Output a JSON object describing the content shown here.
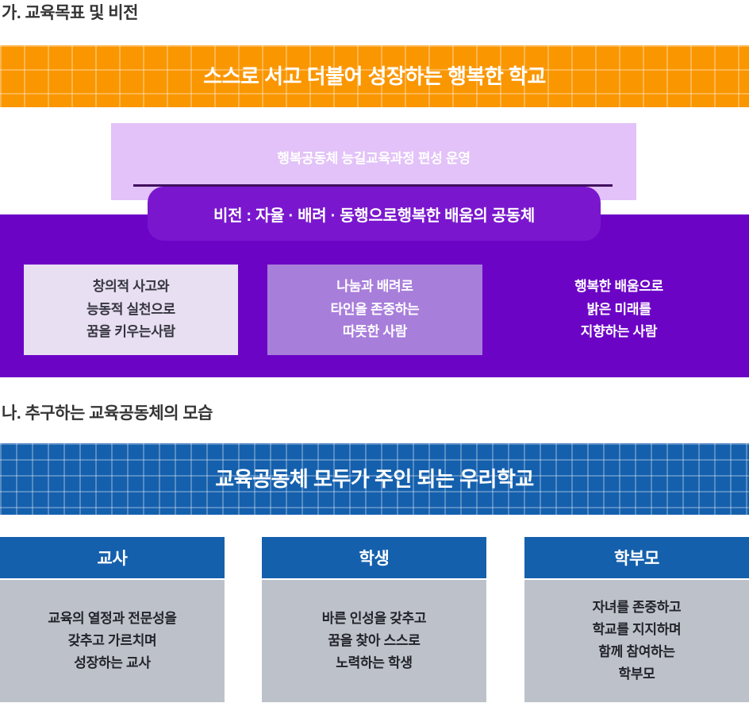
{
  "section_a": {
    "heading": "가. 교육목표 및 비전",
    "banner": "스스로 서고 더불어 성장하는 행복한 학교",
    "curriculum_box": "행복공동체 능길교육과정 편성 운영",
    "vision_box": "비전 : 자율 · 배려 · 동행으로행복한 배움의 공동체",
    "talents": [
      {
        "lines": [
          "창의적 사고와",
          "능동적 실천으로",
          "꿈을 키우는사람"
        ]
      },
      {
        "lines": [
          "나눔과 배려로",
          "타인을 존중하는",
          "따뜻한 사람"
        ]
      },
      {
        "lines": [
          "행복한 배움으로",
          "밝은 미래를",
          "지향하는 사람"
        ]
      }
    ]
  },
  "section_b": {
    "heading": "나. 추구하는 교육공동체의 모습",
    "banner": "교육공동체 모두가 주인 되는 우리학교",
    "groups": [
      {
        "title": "교사",
        "lines": [
          "교육의 열정과 전문성을",
          "갖추고 가르치며",
          "성장하는 교사"
        ]
      },
      {
        "title": "학생",
        "lines": [
          "바른 인성을 갖추고",
          "꿈을 찾아 스스로",
          "노력하는 학생"
        ]
      },
      {
        "title": "학부모",
        "lines": [
          "자녀를 존중하고",
          "학교를 지지하며",
          "함께 참여하는",
          "학부모"
        ]
      }
    ]
  },
  "colors": {
    "orange_banner": "#FA9600",
    "blue_banner": "#1560AD",
    "purple_background": "#6C04C6",
    "vision_box": "#7A17CE",
    "vision_topline": "#40105E",
    "light_purple_box": "#E2C2F8",
    "lavender_box": "#E8DFF2",
    "medium_purple_box": "#A87EDB",
    "group_header": "#1560AD",
    "group_body": "#BDC2CA",
    "heading_text": "#353535"
  }
}
